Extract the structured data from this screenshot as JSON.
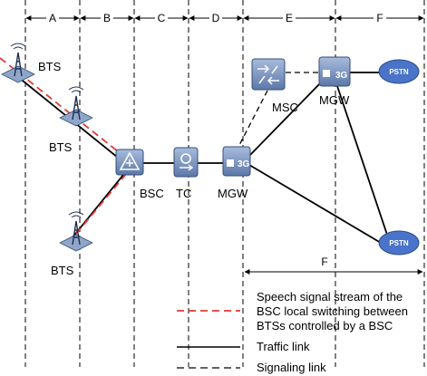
{
  "segments": [
    "A",
    "B",
    "C",
    "D",
    "E",
    "F"
  ],
  "nodes": {
    "bts_top": "BTS",
    "bts_mid": "BTS",
    "bts_bottom": "BTS",
    "bsc": "BSC",
    "tc": "TC",
    "mgw_lower": "MGW",
    "msc": "MSC",
    "mgw_upper": "MGW",
    "pstn_upper": "PSTN",
    "pstn_lower": "PSTN",
    "mgw_badge_lower": "3G",
    "mgw_badge_upper": "3G"
  },
  "dimension_label": "F",
  "legend": {
    "speech_line1": "Speech signal stream of the",
    "speech_line2": "BSC local switching between",
    "speech_line3": "BTSs controlled by a BSC",
    "traffic": "Traffic link",
    "signaling": "Signaling link"
  },
  "colors": {
    "speech": "#e53935",
    "node_fill": "#6f88b3",
    "node_stroke": "#334e7a",
    "bts_base": "#8fa6c9",
    "pstn_fill": "#4a74c9"
  }
}
